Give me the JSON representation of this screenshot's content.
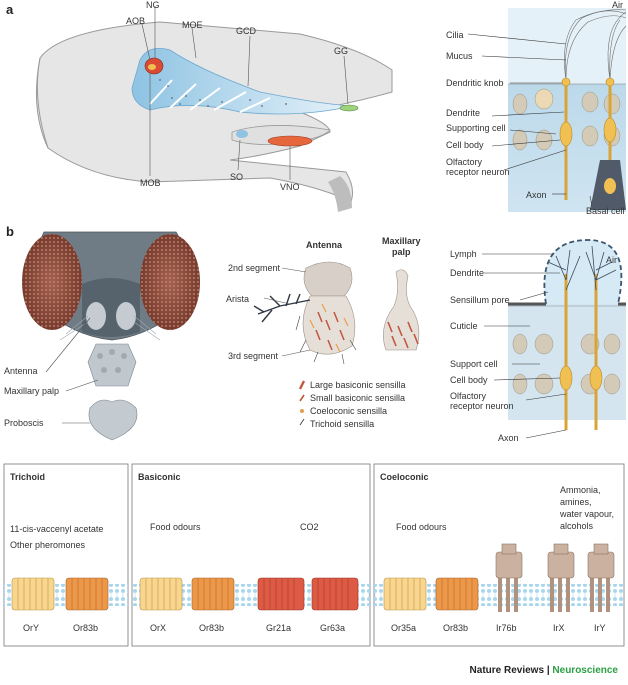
{
  "panel_a": {
    "letter": "a",
    "head_labels": {
      "ng": "NG",
      "aob": "AOB",
      "moe": "MOE",
      "gcd": "GCD",
      "gg": "GG",
      "mob": "MOB",
      "so": "SO",
      "vno": "VNO"
    },
    "neuron_labels": {
      "air": "Air",
      "cilia": "Cilia",
      "mucus": "Mucus",
      "dendritic_knob": "Dendritic knob",
      "dendrite": "Dendrite",
      "supporting_cell": "Supporting cell",
      "cell_body": "Cell body",
      "orn_1": "Olfactory",
      "orn_2": "receptor neuron",
      "axon": "Axon",
      "basal_cell": "Basal cell"
    }
  },
  "panel_b": {
    "letter": "b",
    "fly_labels": {
      "antenna": "Antenna",
      "maxillary_palp": "Maxillary palp",
      "proboscis": "Proboscis"
    },
    "organ_labels": {
      "antenna_title": "Antenna",
      "palp_title_1": "Maxillary",
      "palp_title_2": "palp",
      "segment_2": "2nd segment",
      "arista": "Arista",
      "segment_3": "3rd segment"
    },
    "legend": [
      "Large basiconic sensilla",
      "Small basiconic sensilla",
      "Coeloconic sensilla",
      "Trichoid sensilla"
    ],
    "sensillum_labels": {
      "air": "Air",
      "lymph": "Lymph",
      "dendrite": "Dendrite",
      "pore": "Sensillum pore",
      "cuticle": "Cuticle",
      "support_cell": "Support cell",
      "cell_body": "Cell body",
      "orn_1": "Olfactory",
      "orn_2": "receptor neuron",
      "axon": "Axon"
    }
  },
  "panel_c": {
    "boxes": [
      {
        "title": "Trichoid",
        "ligands": [
          "11-cis-vaccenyl acetate",
          "Other pheromones"
        ],
        "receptors": [
          "OrY",
          "Or83b"
        ]
      },
      {
        "title": "Basiconic",
        "ligands": [
          "Food odours",
          "CO2"
        ],
        "receptors": [
          "OrX",
          "Or83b",
          "Gr21a",
          "Gr63a"
        ]
      },
      {
        "title": "Coeloconic",
        "ligands": [
          "Food odours",
          "Ammonia,",
          "amines,",
          "water vapour,",
          "alcohols"
        ],
        "receptors": [
          "Or35a",
          "Or83b",
          "Ir76b",
          "IrX",
          "IrY"
        ]
      }
    ]
  },
  "footer": {
    "journal": "Nature Reviews",
    "divider": "|",
    "section": "Neuroscience"
  },
  "colors": {
    "tissue": "#bfdbeb",
    "neuron": "#f1c053",
    "or_light": "#f8d690",
    "or_orange": "#ec9848",
    "gr_red": "#dd5b44",
    "ir_tan": "#cbb19f",
    "bone": "#d6d6d6"
  }
}
